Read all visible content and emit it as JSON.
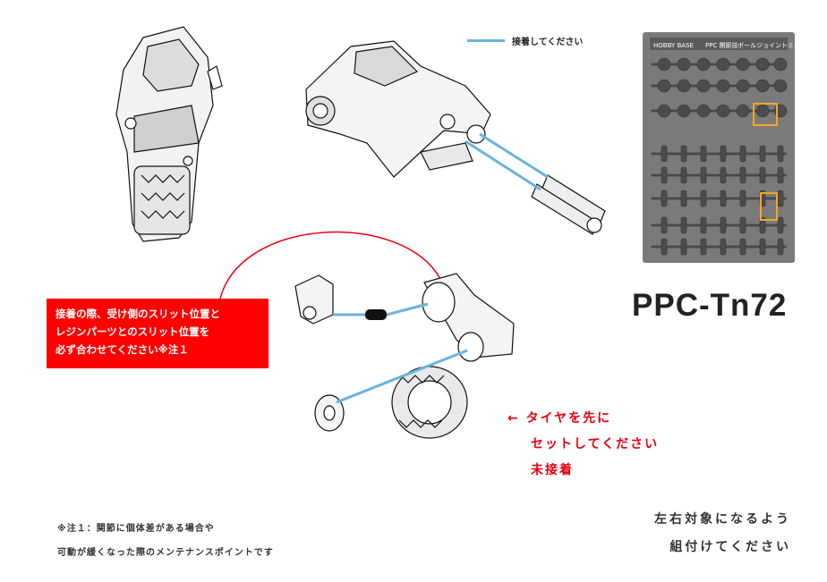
{
  "legend": {
    "label": "接着してください",
    "line_color": "#6ab3dd"
  },
  "model_code": "PPC-Tn72",
  "sprue_header": {
    "brand": "HOBBY BASE",
    "series": "PPC 関節技",
    "name": "ボールジョイントミニ"
  },
  "callout": {
    "lines": [
      "接着の際、受け側のスリット位置と",
      "レジンパーツとのスリット位置を",
      "必ず合わせてください※注１"
    ],
    "bg_color": "#ff0000"
  },
  "tire_note": {
    "line1": "← タイヤを先に",
    "line2": "セットしてください",
    "line3": "未接着",
    "color": "#e60012"
  },
  "footnote": {
    "line1": "※注１：関節に個体差がある場合や",
    "line2": "可動が緩くなった際のメンテナンスポイントです"
  },
  "assemble_note": {
    "line1": "左右対象になるよう",
    "line2": "組付けてください"
  },
  "colors": {
    "glue_line": "#6ab3dd",
    "highlight": "#f5a623",
    "red_arc": "#e60012",
    "sprue": "#6e6e6e"
  }
}
